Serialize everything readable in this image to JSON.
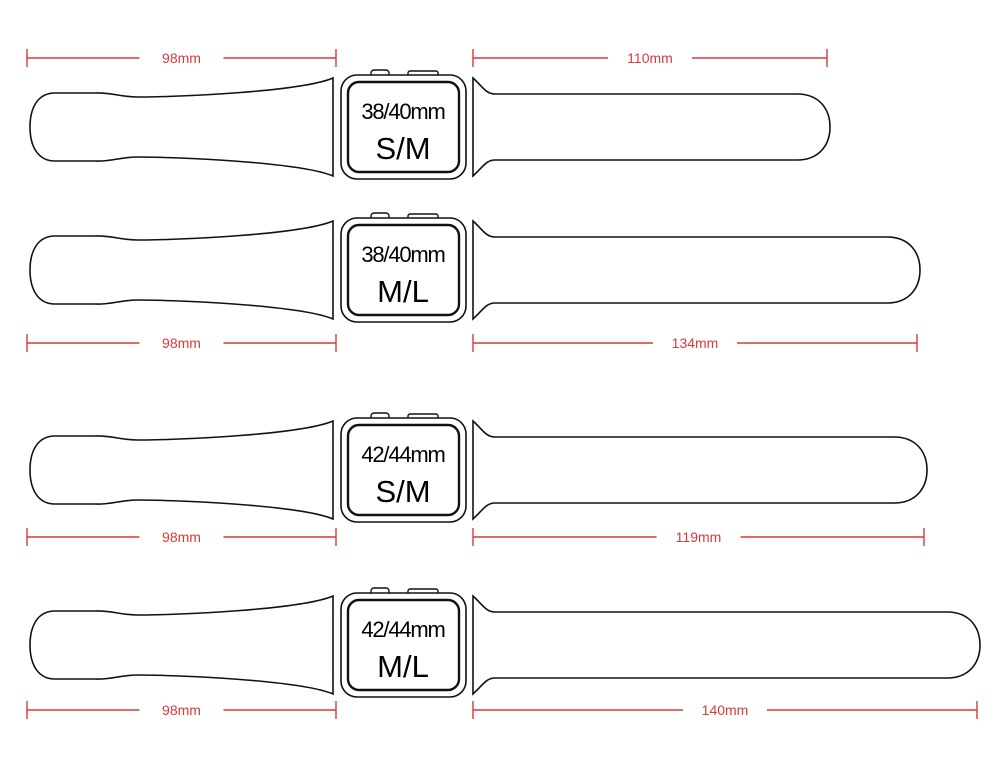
{
  "colors": {
    "dimension": "#d63a3a",
    "outline": "#111111",
    "background": "#ffffff"
  },
  "bands": [
    {
      "case_size": "38/40mm",
      "fit": "S/M",
      "short_strap": "98mm",
      "long_strap": "110mm",
      "labels_above": true
    },
    {
      "case_size": "38/40mm",
      "fit": "M/L",
      "short_strap": "98mm",
      "long_strap": "134mm",
      "labels_above": false
    },
    {
      "case_size": "42/44mm",
      "fit": "S/M",
      "short_strap": "98mm",
      "long_strap": "119mm",
      "labels_above": false
    },
    {
      "case_size": "42/44mm",
      "fit": "M/L",
      "short_strap": "98mm",
      "long_strap": "140mm",
      "labels_above": false
    }
  ]
}
